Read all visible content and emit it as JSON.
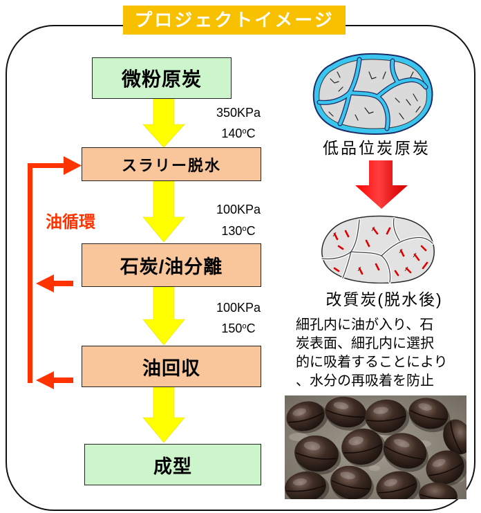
{
  "title": "プロジェクトイメージ",
  "flow": {
    "steps": [
      {
        "label": "微粉原炭",
        "color": "#CCF5CC"
      },
      {
        "label": "スラリー脱水",
        "color": "#F9C59A"
      },
      {
        "label": "石炭/油分離",
        "color": "#F9C59A"
      },
      {
        "label": "油回収",
        "color": "#F9C59A"
      },
      {
        "label": "成型",
        "color": "#CCF5CC"
      }
    ],
    "conditions": [
      {
        "pressure": "350KPa",
        "temp_value": "140",
        "temp_sup": "o",
        "temp_unit": "C"
      },
      {
        "pressure": "100KPa",
        "temp_value": "130",
        "temp_sup": "o",
        "temp_unit": "C"
      },
      {
        "pressure": "100KPa",
        "temp_value": "150",
        "temp_sup": "o",
        "temp_unit": "C"
      }
    ],
    "loop_label": "油循環"
  },
  "coal": {
    "raw_label": "低品位炭原炭",
    "upgraded_label": "改質炭(脱水後)",
    "description_lines": [
      "細孔内に油が入り、石",
      "炭表面、細孔内に選択",
      "的に吸着することにより",
      "、水分の再吸着を防止"
    ]
  },
  "colors": {
    "title_banner": "#F7C100",
    "flow_arrow": "#FFFF00",
    "oil_loop": "#FF3300",
    "transform_arrow": "#FF0000",
    "raw_coal_cracks": "#39C5EE",
    "upgraded_coal_marks": "#E00000"
  },
  "icons": {
    "raw_coal": "raw-coal-illustration",
    "upgraded_coal": "upgraded-coal-illustration",
    "product": "briquette-photo"
  }
}
